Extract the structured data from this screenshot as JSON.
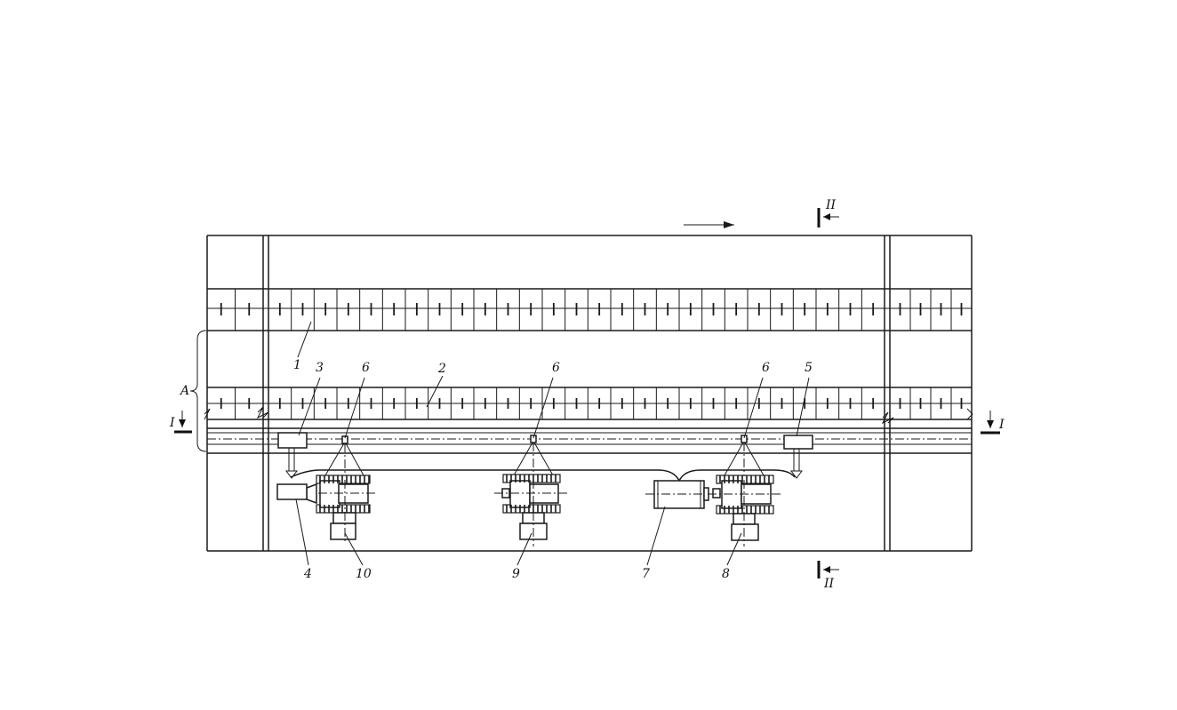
{
  "diagram": {
    "direction_arrow": "→",
    "section_marks": {
      "top": "II",
      "bottom": "II",
      "left": "I",
      "right": "I"
    },
    "brace_label": "A",
    "callouts": {
      "c1": "1",
      "c2": "2",
      "c3": "3",
      "c4": "4",
      "c5": "5",
      "c6a": "6",
      "c6b": "6",
      "c6c": "6",
      "c7": "7",
      "c8": "8",
      "c9": "9",
      "c10": "10"
    }
  }
}
